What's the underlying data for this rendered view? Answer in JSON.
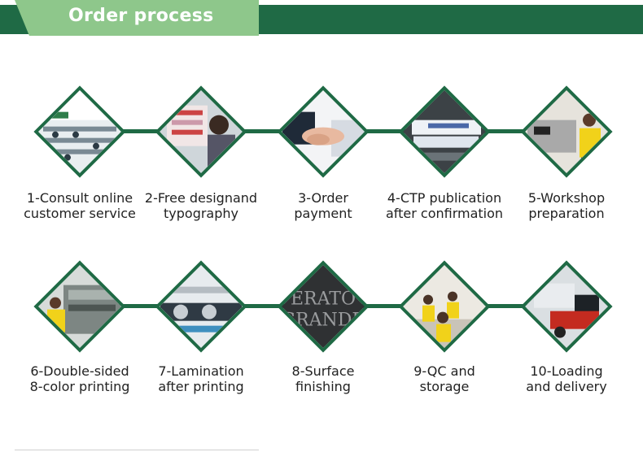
{
  "header": {
    "title": "Order process"
  },
  "steps": [
    {
      "line1": "1-Consult online",
      "line2": "customer service",
      "image": "office-workstations"
    },
    {
      "line1": "2-Free designand",
      "line2": "typography",
      "image": "designer-at-monitor"
    },
    {
      "line1": "3-Order",
      "line2": "payment",
      "image": "handshake"
    },
    {
      "line1": "4-CTP publication",
      "line2": "after confirmation",
      "image": "plate-printer"
    },
    {
      "line1": "5-Workshop",
      "line2": "preparation",
      "image": "worker-at-machine"
    },
    {
      "line1": "6-Double-sided",
      "line2": "8-color printing",
      "image": "offset-press"
    },
    {
      "line1": "7-Lamination",
      "line2": "after printing",
      "image": "lamination-machine"
    },
    {
      "line1": "8-Surface",
      "line2": "finishing",
      "image": "embossed-surface"
    },
    {
      "line1": "9-QC and",
      "line2": "storage",
      "image": "qc-team"
    },
    {
      "line1": "10-Loading",
      "line2": "and delivery",
      "image": "forklift"
    }
  ],
  "colors": {
    "primary": "#1f6a45",
    "tab": "#8ec78b",
    "text": "#222222"
  }
}
